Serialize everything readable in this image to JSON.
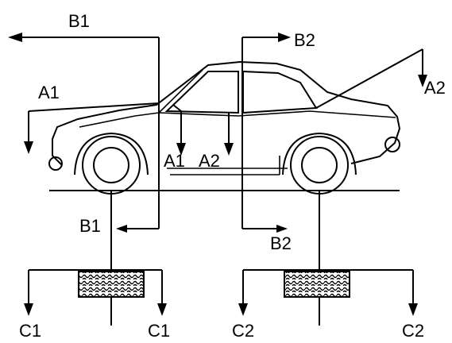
{
  "labels": {
    "b1_top": "B1",
    "b1_bottom": "B1",
    "b2_top": "B2",
    "b2_bottom": "B2",
    "a1_left": "A1",
    "a1_mid": "A1",
    "a2_mid": "A2",
    "a2_right": "A2",
    "c1_left": "C1",
    "c1_right": "C1",
    "c2_left": "C2",
    "c2_right": "C2"
  }
}
